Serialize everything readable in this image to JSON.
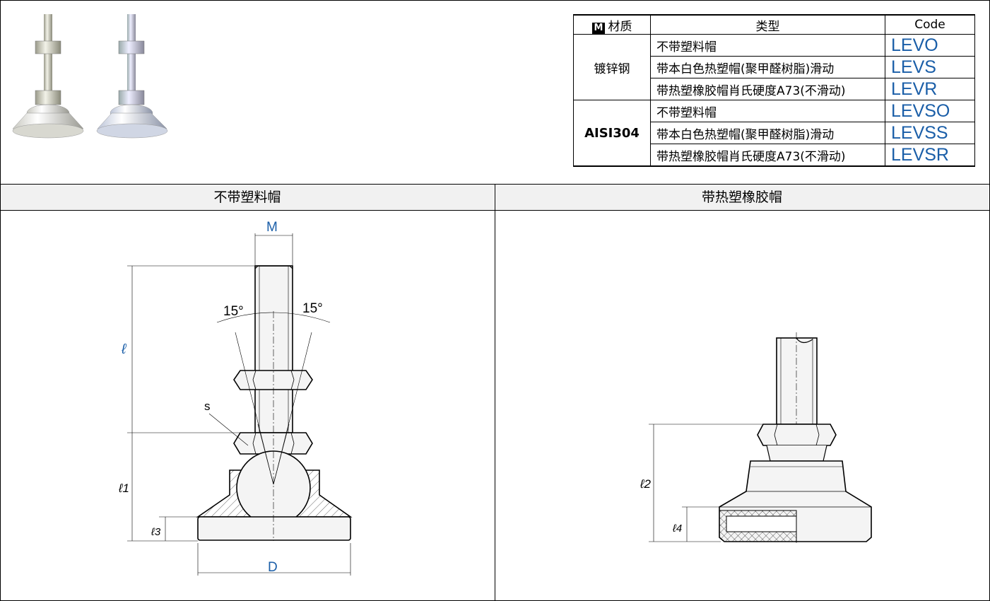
{
  "table": {
    "header": {
      "material_icon": "M",
      "material": "材质",
      "type": "类型",
      "code": "Code"
    },
    "groups": [
      {
        "material": "镀锌钢",
        "rows": [
          {
            "type": "不带塑料帽",
            "code": "LEVO"
          },
          {
            "type": "带本白色热塑帽(聚甲醛树脂)滑动",
            "code": "LEVS"
          },
          {
            "type": "带热塑橡胶帽肖氏硬度A73(不滑动)",
            "code": "LEVR"
          }
        ]
      },
      {
        "material": "AISI304",
        "rows": [
          {
            "type": "不带塑料帽",
            "code": "LEVSO"
          },
          {
            "type": "带本白色热塑帽(聚甲醛树脂)滑动",
            "code": "LEVSS"
          },
          {
            "type": "带热塑橡胶帽肖氏硬度A73(不滑动)",
            "code": "LEVSR"
          }
        ]
      }
    ]
  },
  "sections": {
    "left_title": "不带塑料帽",
    "right_title": "带热塑橡胶帽"
  },
  "left_drawing": {
    "M": "M",
    "l": "ℓ",
    "angle_left": "15°",
    "angle_right": "15°",
    "s": "s",
    "l1": "ℓ1",
    "l3": "ℓ3",
    "D": "D"
  },
  "right_drawing": {
    "l2": "ℓ2",
    "l4": "ℓ4"
  },
  "colors": {
    "code_blue": "#1a5ea8",
    "header_bg": "#f1f1f1"
  }
}
